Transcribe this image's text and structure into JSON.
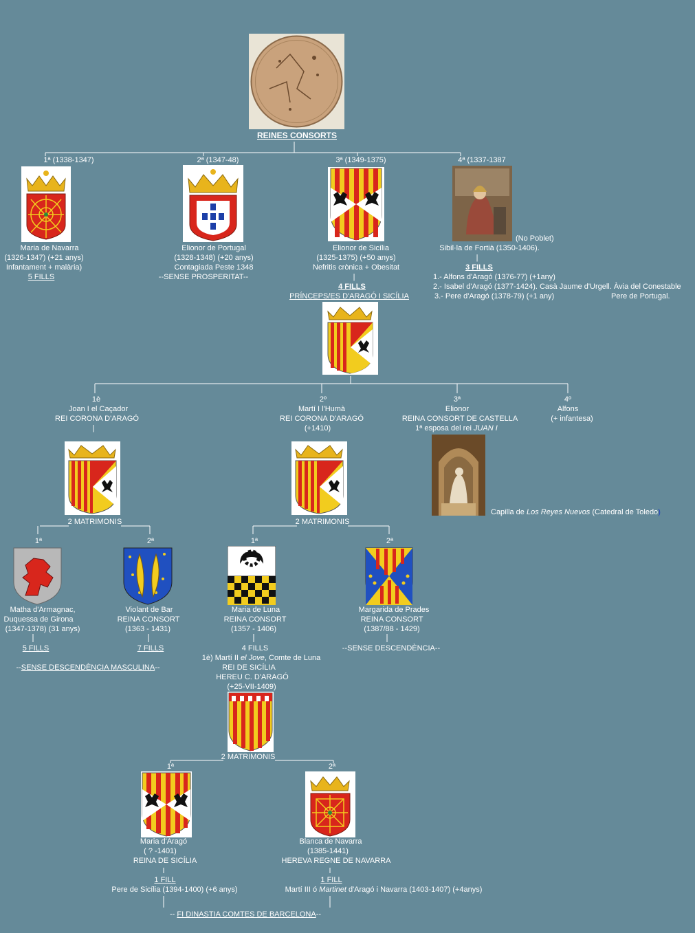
{
  "top": {
    "title": "REINES CONSORTS"
  },
  "queens": [
    {
      "num": "1ª (1338-1347)",
      "l1": "Maria de Navarra",
      "l2": "(1326-1347) (+21 anys)",
      "l3": "Infantament + malària)",
      "l4": "5 FILLS"
    },
    {
      "num": "2ª (1347-48)",
      "l1": "Elionor de Portugal",
      "l2": "(1328-1348) (+20 anys)",
      "l3": "Contagiada Peste 1348",
      "l4": "--SENSE PROSPERITAT--"
    },
    {
      "num": "3ª (1349-1375)",
      "l1": "Elionor de Sicília",
      "l2": "(1325-1375) (+50 anys)",
      "l3": "Nefritis crònica + Obesitat",
      "l4": "|",
      "l5": "4 FILLS",
      "l6": "PRÍNCEPS/ES D'ARAGÓ I SICÍLIA"
    },
    {
      "num": "4ª (1337-1387",
      "note": "(No Poblet)",
      "l1": "Sibil·la de Fortià  (1350-1406).",
      "l2": "|",
      "l3": "3 FILLS",
      "k1": "1.- Alfons d'Aragó (1376-77) (+1any)",
      "k2": "2.- Isabel d'Aragó (1377-1424). Casà Jaume d'Urgell. Àvia del Conestable",
      "k3": "3.- Pere d'Aragó (1378-79) (+1 any)",
      "k4": "Pere de Portugal."
    }
  ],
  "children": [
    {
      "num": "1è",
      "l1": "Joan I el Caçador",
      "l2": "REI CORONA D'ARAGÓ",
      "l3": "|"
    },
    {
      "num": "2º",
      "l1": "Martí I l'Humà",
      "l2": "REI CORONA D'ARAGÓ",
      "l3": "(+1410)"
    },
    {
      "num": "3ª",
      "l1": "Elionor",
      "l2": "REINA CONSORT DE CASTELLA",
      "l3a": "1ª esposa del rei ",
      "l3b": "JUAN I"
    },
    {
      "num": "4º",
      "l1": "Alfons",
      "l2": "(+ infantesa)"
    }
  ],
  "chapel": {
    "a": "Capilla de ",
    "b": "Los Reyes Nuevos",
    "c": " (Catedral de Toledo",
    "d": ")"
  },
  "marriages_label": "2 MATRIMONIS",
  "joan_wives": [
    {
      "num": "1ª",
      "l1": "Matha d'Armagnac,",
      "l2": "Duquessa de Girona",
      "l3": "(1347-1378) (31 anys)",
      "l4": "5 FILLS"
    },
    {
      "num": "2ª",
      "l1": "Violant de Bar",
      "l2": "REINA CONSORT",
      "l3": "(1363 - 1431)",
      "l4": "7 FILLS"
    }
  ],
  "joan_note": {
    "a": "--",
    "b": "SENSE DESCENDÈNCIA MASCULINA",
    "c": "--"
  },
  "marti_wives": [
    {
      "num": "1ª",
      "l1": "Maria de Luna",
      "l2": "REINA CONSORT",
      "l3": "(1357 - 1406)",
      "l4": "4 FILLS"
    },
    {
      "num": "2ª",
      "l1": "Margarida de Prades",
      "l2": "REINA CONSORT",
      "l3": "(1387/88 - 1429)",
      "l4": "--SENSE DESCENDÈNCIA--"
    }
  ],
  "marti_jove": {
    "a": "1è) Martí II ",
    "b": "el Jove",
    "c": ", Comte de Luna",
    "l2": "REI  DE SICÍLIA",
    "l3": "HEREU C. D'ARAGÓ",
    "l4": "(+25-VII-1409)"
  },
  "jove_wives": [
    {
      "num": "1ª",
      "l1": "Maria d'Aragó",
      "l2": "( ?  -1401)",
      "l3": "REINA DE SICÍLIA",
      "l4": "1 FILL",
      "l5": "Pere de Sicília  (1394-1400) (+6 anys)"
    },
    {
      "num": "2ª",
      "l1": "Blanca de Navarra",
      "l2": "(1385-1441)",
      "l3": "HEREVA REGNE DE NAVARRA",
      "l4": "1 FILL",
      "l5a": "Martí III ó ",
      "l5b": "Martinet",
      "l5c": " d'Aragó i Navarra (1403-1407) (+4anys)"
    }
  ],
  "end": {
    "a": "-- ",
    "b": "FI DINASTIA COMTES DE BARCELONA",
    "c": "--"
  },
  "colors": {
    "background": "#658a99",
    "gules": "#d8261c",
    "or": "#f2cc1e",
    "azure": "#2050c0"
  }
}
